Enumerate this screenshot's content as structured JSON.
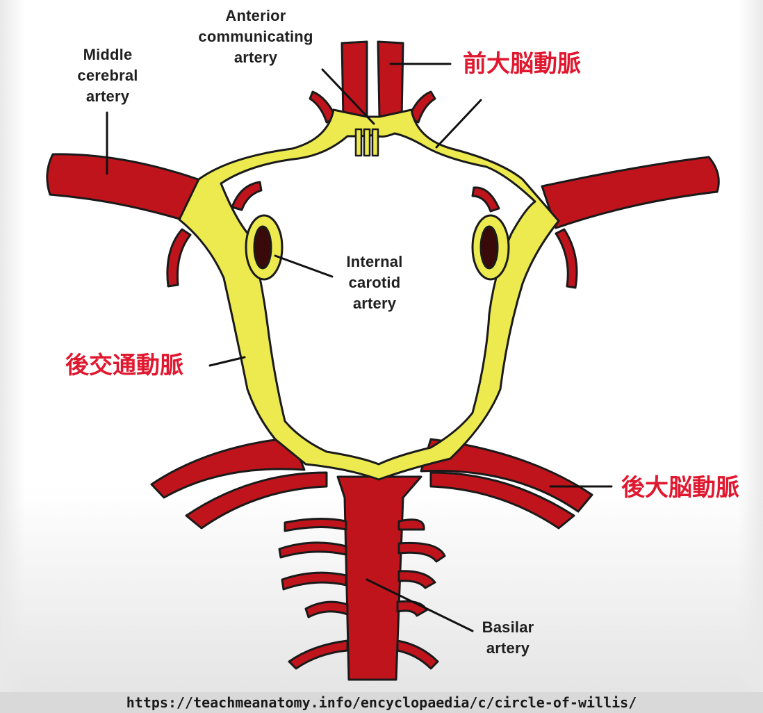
{
  "labels": {
    "anterior_communicating": "Anterior communicating artery",
    "middle_cerebral": "Middle cerebral artery",
    "internal_carotid": "Internal carotid artery",
    "basilar": "Basilar artery",
    "anterior_cerebral_jp": "前大脳動脈",
    "posterior_communicating_jp": "後交通動脈",
    "posterior_cerebral_jp": "後大脳動脈"
  },
  "source_url": "https://teachmeanatomy.info/encyclopaedia/c/circle-of-willis/",
  "colors": {
    "artery_red": "#c0141c",
    "circle_yellow": "#ecea4e",
    "outline": "#1a1a1a",
    "label_red": "#e0182f"
  }
}
